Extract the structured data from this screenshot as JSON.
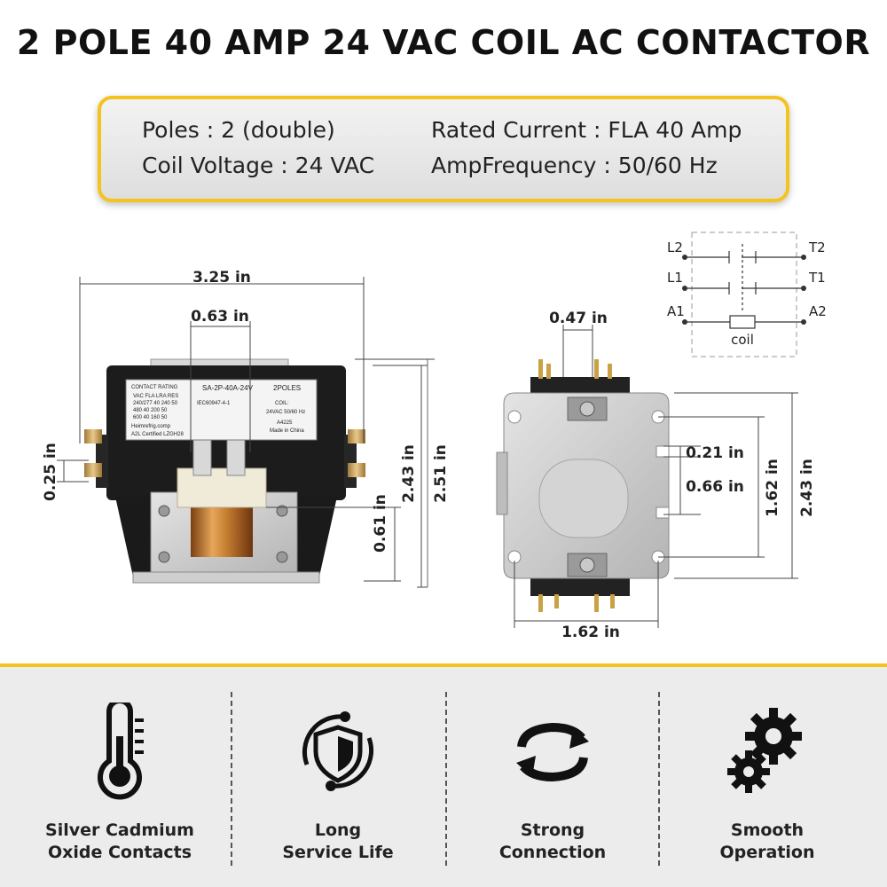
{
  "title": "2 POLE 40 AMP 24 VAC COIL AC CONTACTOR",
  "specs": {
    "poles": "Poles : 2 (double)",
    "coil_voltage": "Coil Voltage : 24 VAC",
    "rated_current": "Rated Current : FLA 40 Amp",
    "frequency": "AmpFrequency : 50/60 Hz"
  },
  "front_view": {
    "width": "3.25 in",
    "coil_width": "0.63 in",
    "terminal_gap": "0.25 in",
    "coil_height": "0.61 in",
    "height_a": "2.43 in",
    "height_b": "2.51 in",
    "label": {
      "header": "CONTACT RATING",
      "model": "SA-2P-40A-24V",
      "poles": "2POLES",
      "coil": "COIL:",
      "coil_rating": "24VAC 50/60 Hz",
      "part": "A4225",
      "origin": "Made in China",
      "certified": "A2L Certified  LZGH28",
      "brand": "Heimrefrig.comp",
      "std": "IEC60947-4-1",
      "cols": "VAC  FLA  LRA  RES",
      "row1": "240/277  40  240  50",
      "row2": "480  40  200  50",
      "row3": "600  40  160  50"
    }
  },
  "back_view": {
    "pin_gap": "0.47 in",
    "hole_a": "0.21 in",
    "hole_b": "0.66 in",
    "inner_height": "1.62 in",
    "height": "2.43 in",
    "width": "1.62 in"
  },
  "wiring": {
    "l2": "L2",
    "t2": "T2",
    "l1": "L1",
    "t1": "T1",
    "a1": "A1",
    "a2": "A2",
    "coil": "coil"
  },
  "features": [
    {
      "icon": "thermometer-icon",
      "label": "Silver Cadmium\nOxide Contacts"
    },
    {
      "icon": "shield-cycle-icon",
      "label": "Long\nService Life"
    },
    {
      "icon": "rotate-arrows-icon",
      "label": "Strong\nConnection"
    },
    {
      "icon": "gears-icon",
      "label": "Smooth\nOperation"
    }
  ],
  "colors": {
    "accent": "#f4c320",
    "feature_bg": "#ececec",
    "body": "#1c1c1c",
    "plate": "#c9c9c9"
  }
}
